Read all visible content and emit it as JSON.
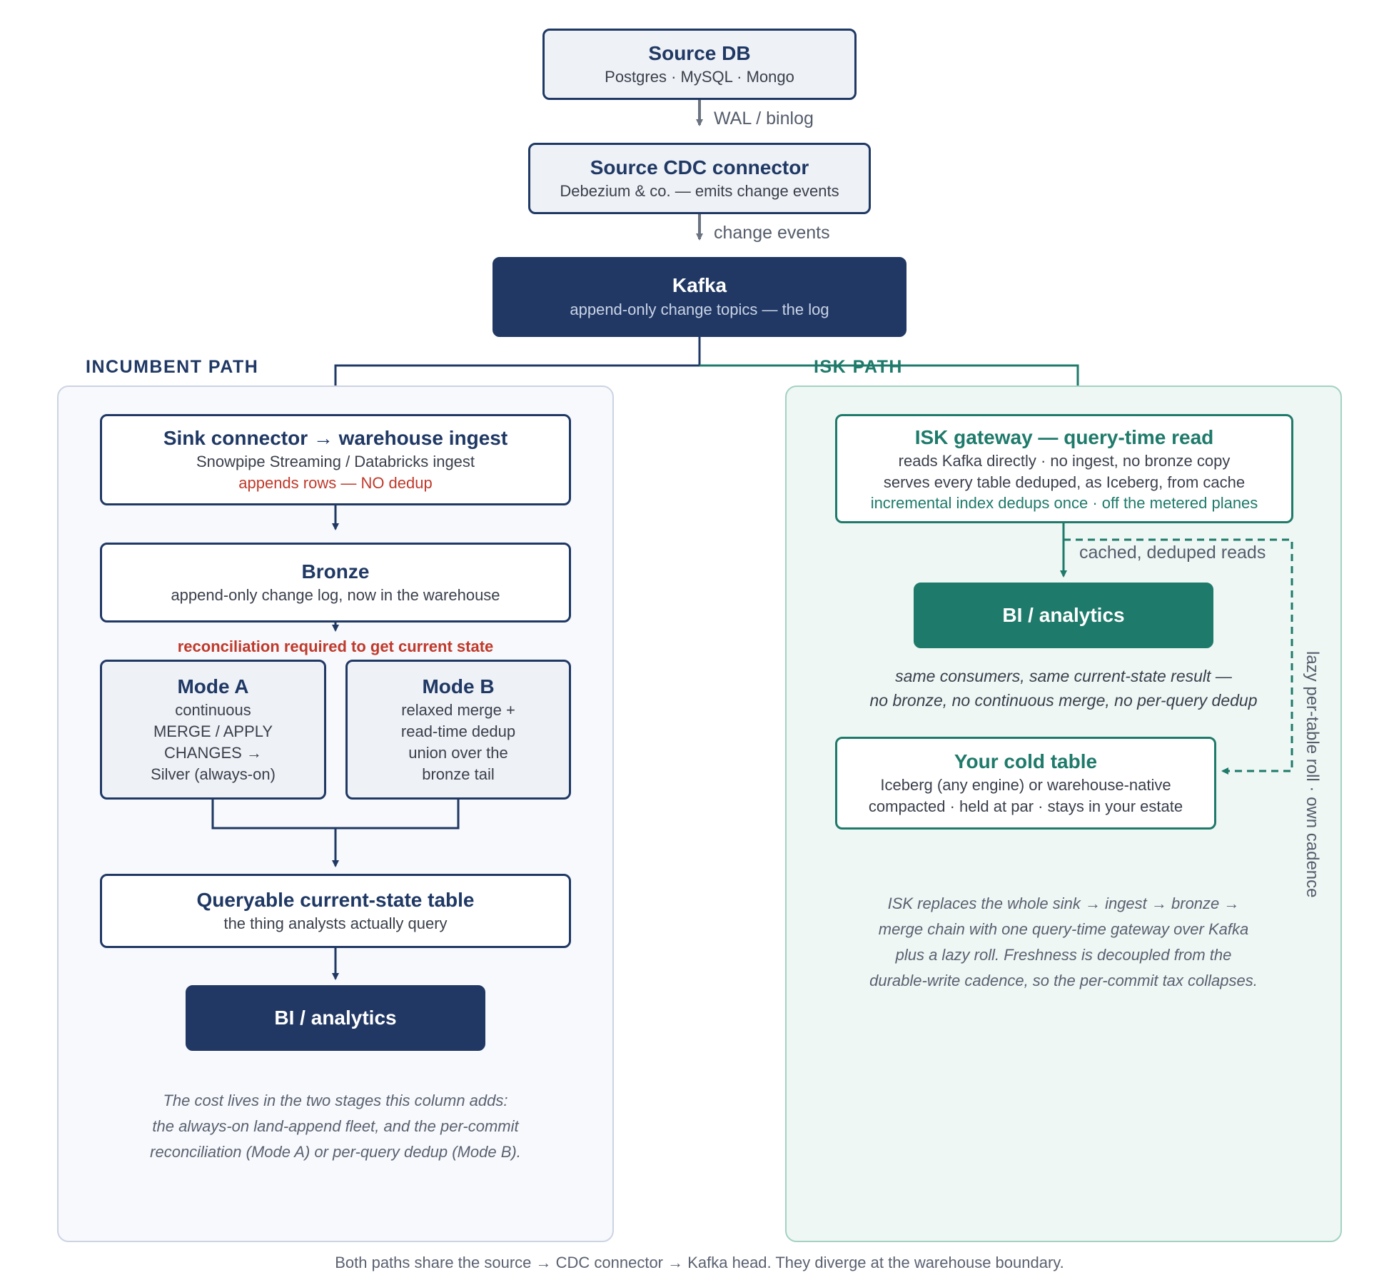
{
  "source_db": {
    "title": "Source DB",
    "sub": "Postgres · MySQL · Mongo"
  },
  "edge_wal": "WAL / binlog",
  "cdc": {
    "title": "Source CDC connector",
    "sub": "Debezium & co. — emits change events"
  },
  "edge_change": "change events",
  "kafka": {
    "title": "Kafka",
    "sub": "append-only change topics — the log"
  },
  "incumbent": {
    "section": "INCUMBENT PATH",
    "sink": {
      "title": "Sink connector → warehouse ingest",
      "sub": "Snowpipe Streaming / Databricks ingest",
      "warn": "appends rows — NO dedup"
    },
    "bronze": {
      "title": "Bronze",
      "sub": "append-only change log, now in the warehouse"
    },
    "reconcile": "reconciliation required to get current state",
    "mode_a": {
      "title": "Mode A",
      "lines": [
        "continuous",
        "MERGE / APPLY",
        "CHANGES →",
        "Silver (always-on)"
      ]
    },
    "mode_b": {
      "title": "Mode B",
      "lines": [
        "relaxed merge +",
        "read-time dedup",
        "union over the",
        "bronze tail"
      ]
    },
    "queryable": {
      "title": "Queryable current-state table",
      "sub": "the thing analysts actually query"
    },
    "bi": "BI / analytics",
    "note": [
      "The cost lives in the two stages this column adds:",
      "the always-on land-append fleet, and the per-commit",
      "reconciliation (Mode A) or per-query dedup (Mode B)."
    ]
  },
  "isk": {
    "section": "ISK PATH",
    "gateway": {
      "title": "ISK gateway — query-time read",
      "sub1": "reads Kafka directly · no ingest, no bronze copy",
      "sub2": "serves every table deduped, as Iceberg, from cache",
      "sub3": "incremental index dedups once · off the metered planes"
    },
    "edge_cached": "cached, deduped reads",
    "bi": "BI / analytics",
    "consumers_note": [
      "same consumers, same current-state result —",
      "no bronze, no continuous merge, no per-query dedup"
    ],
    "cold": {
      "title": "Your cold table",
      "sub1": "Iceberg (any engine) or warehouse-native",
      "sub2": "compacted · held at par · stays in your estate"
    },
    "lazy_roll": "lazy per-table roll · own cadence",
    "note": [
      "ISK replaces the whole sink → ingest → bronze →",
      "merge chain with one query-time gateway over Kafka",
      "plus a lazy roll. Freshness is decoupled from the",
      "durable-write cadence, so the per-commit tax collapses."
    ]
  },
  "footer": "Both paths share the source → CDC connector → Kafka head. They diverge at the warehouse boundary.",
  "colors": {
    "navy": "#1f3864",
    "teal": "#1e7a6a",
    "red": "#c0392b",
    "grey_arrow": "#6b7280"
  }
}
